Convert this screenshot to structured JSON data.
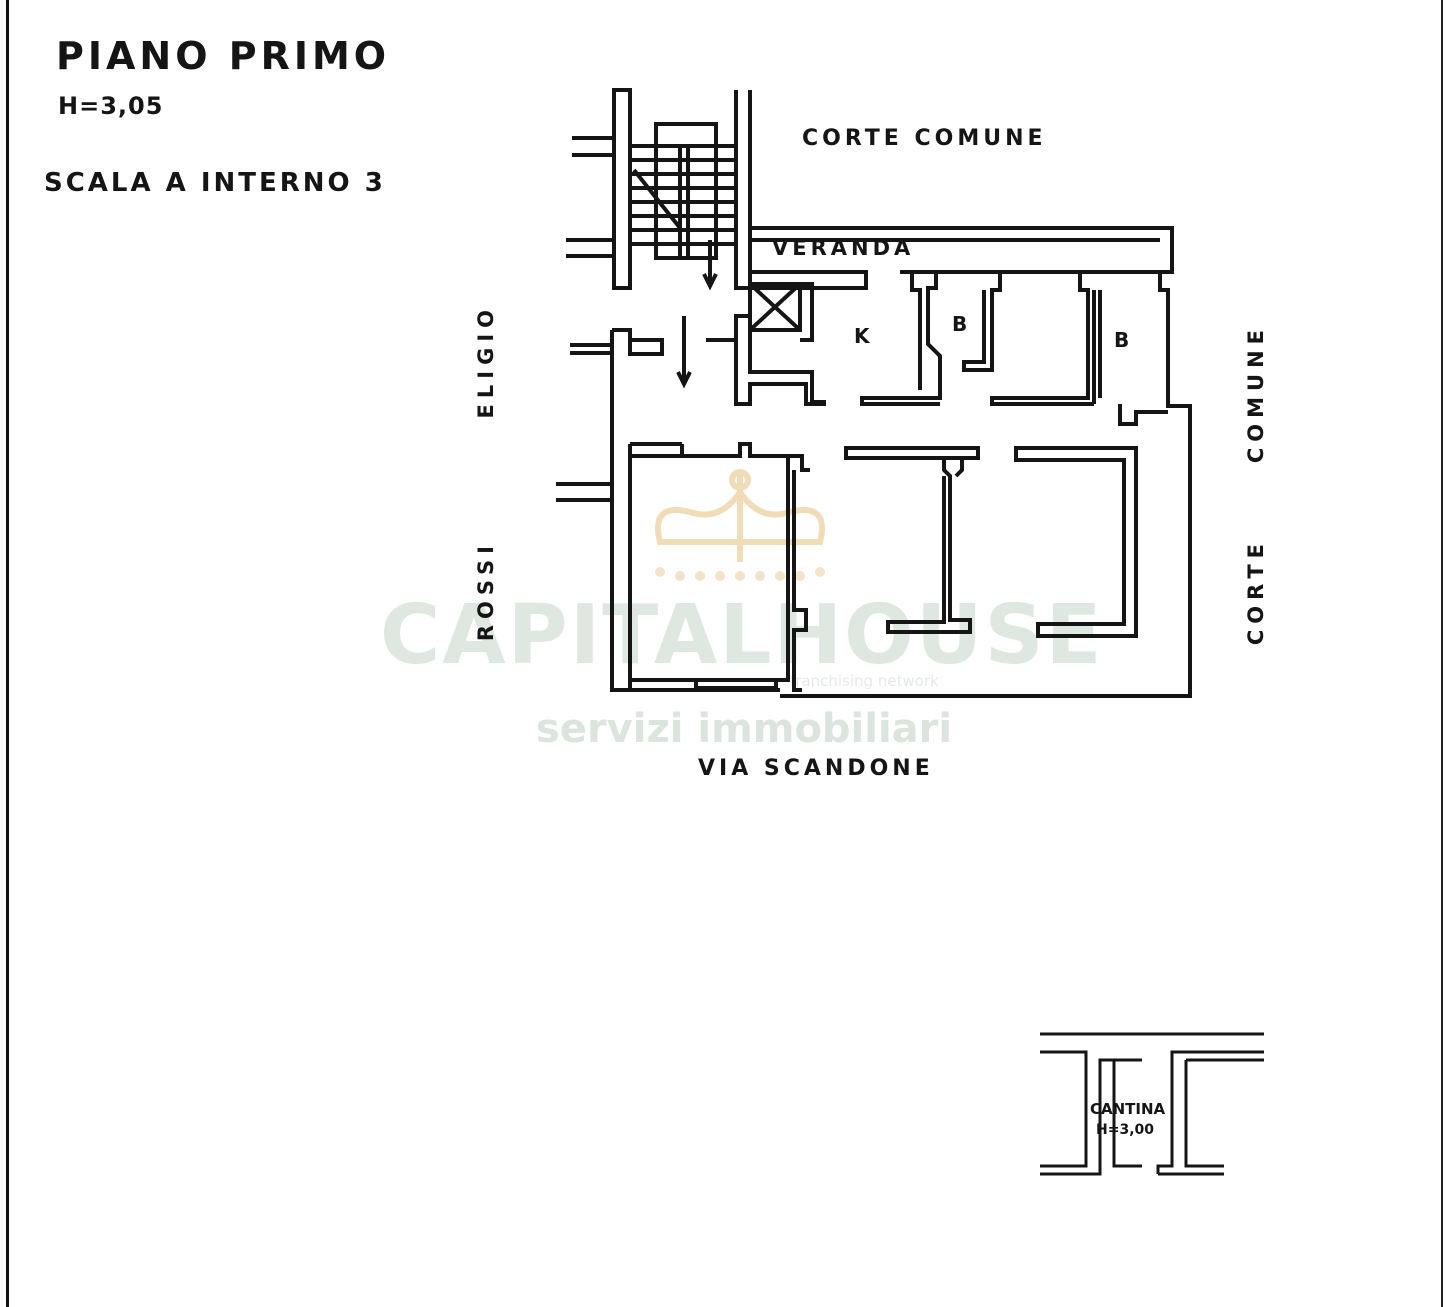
{
  "header": {
    "floor": "PIANO   PRIMO",
    "height": "H=3,05",
    "unit": "SCALA A   INTERNO 3"
  },
  "labels": {
    "corte_comune_top": "CORTE   COMUNE",
    "veranda": "VERANDA",
    "kitchen": "K",
    "bath_1": "B",
    "bath_2": "B",
    "eligio": "ELIGIO",
    "rossi": "ROSSI",
    "comune_right": "COMUNE",
    "corte_right": "CORTE",
    "street": "VIA   SCANDONE"
  },
  "cantina": {
    "name": "CANTINA",
    "height": "H=3,00"
  },
  "watermark": {
    "brand": "CAPITALHOUSE",
    "tagline": "servizi immobiliari",
    "network": "franchising network"
  },
  "colors": {
    "ink": "#151515",
    "watermark": "#dfe7e1",
    "crown": "#f3e2c4"
  }
}
